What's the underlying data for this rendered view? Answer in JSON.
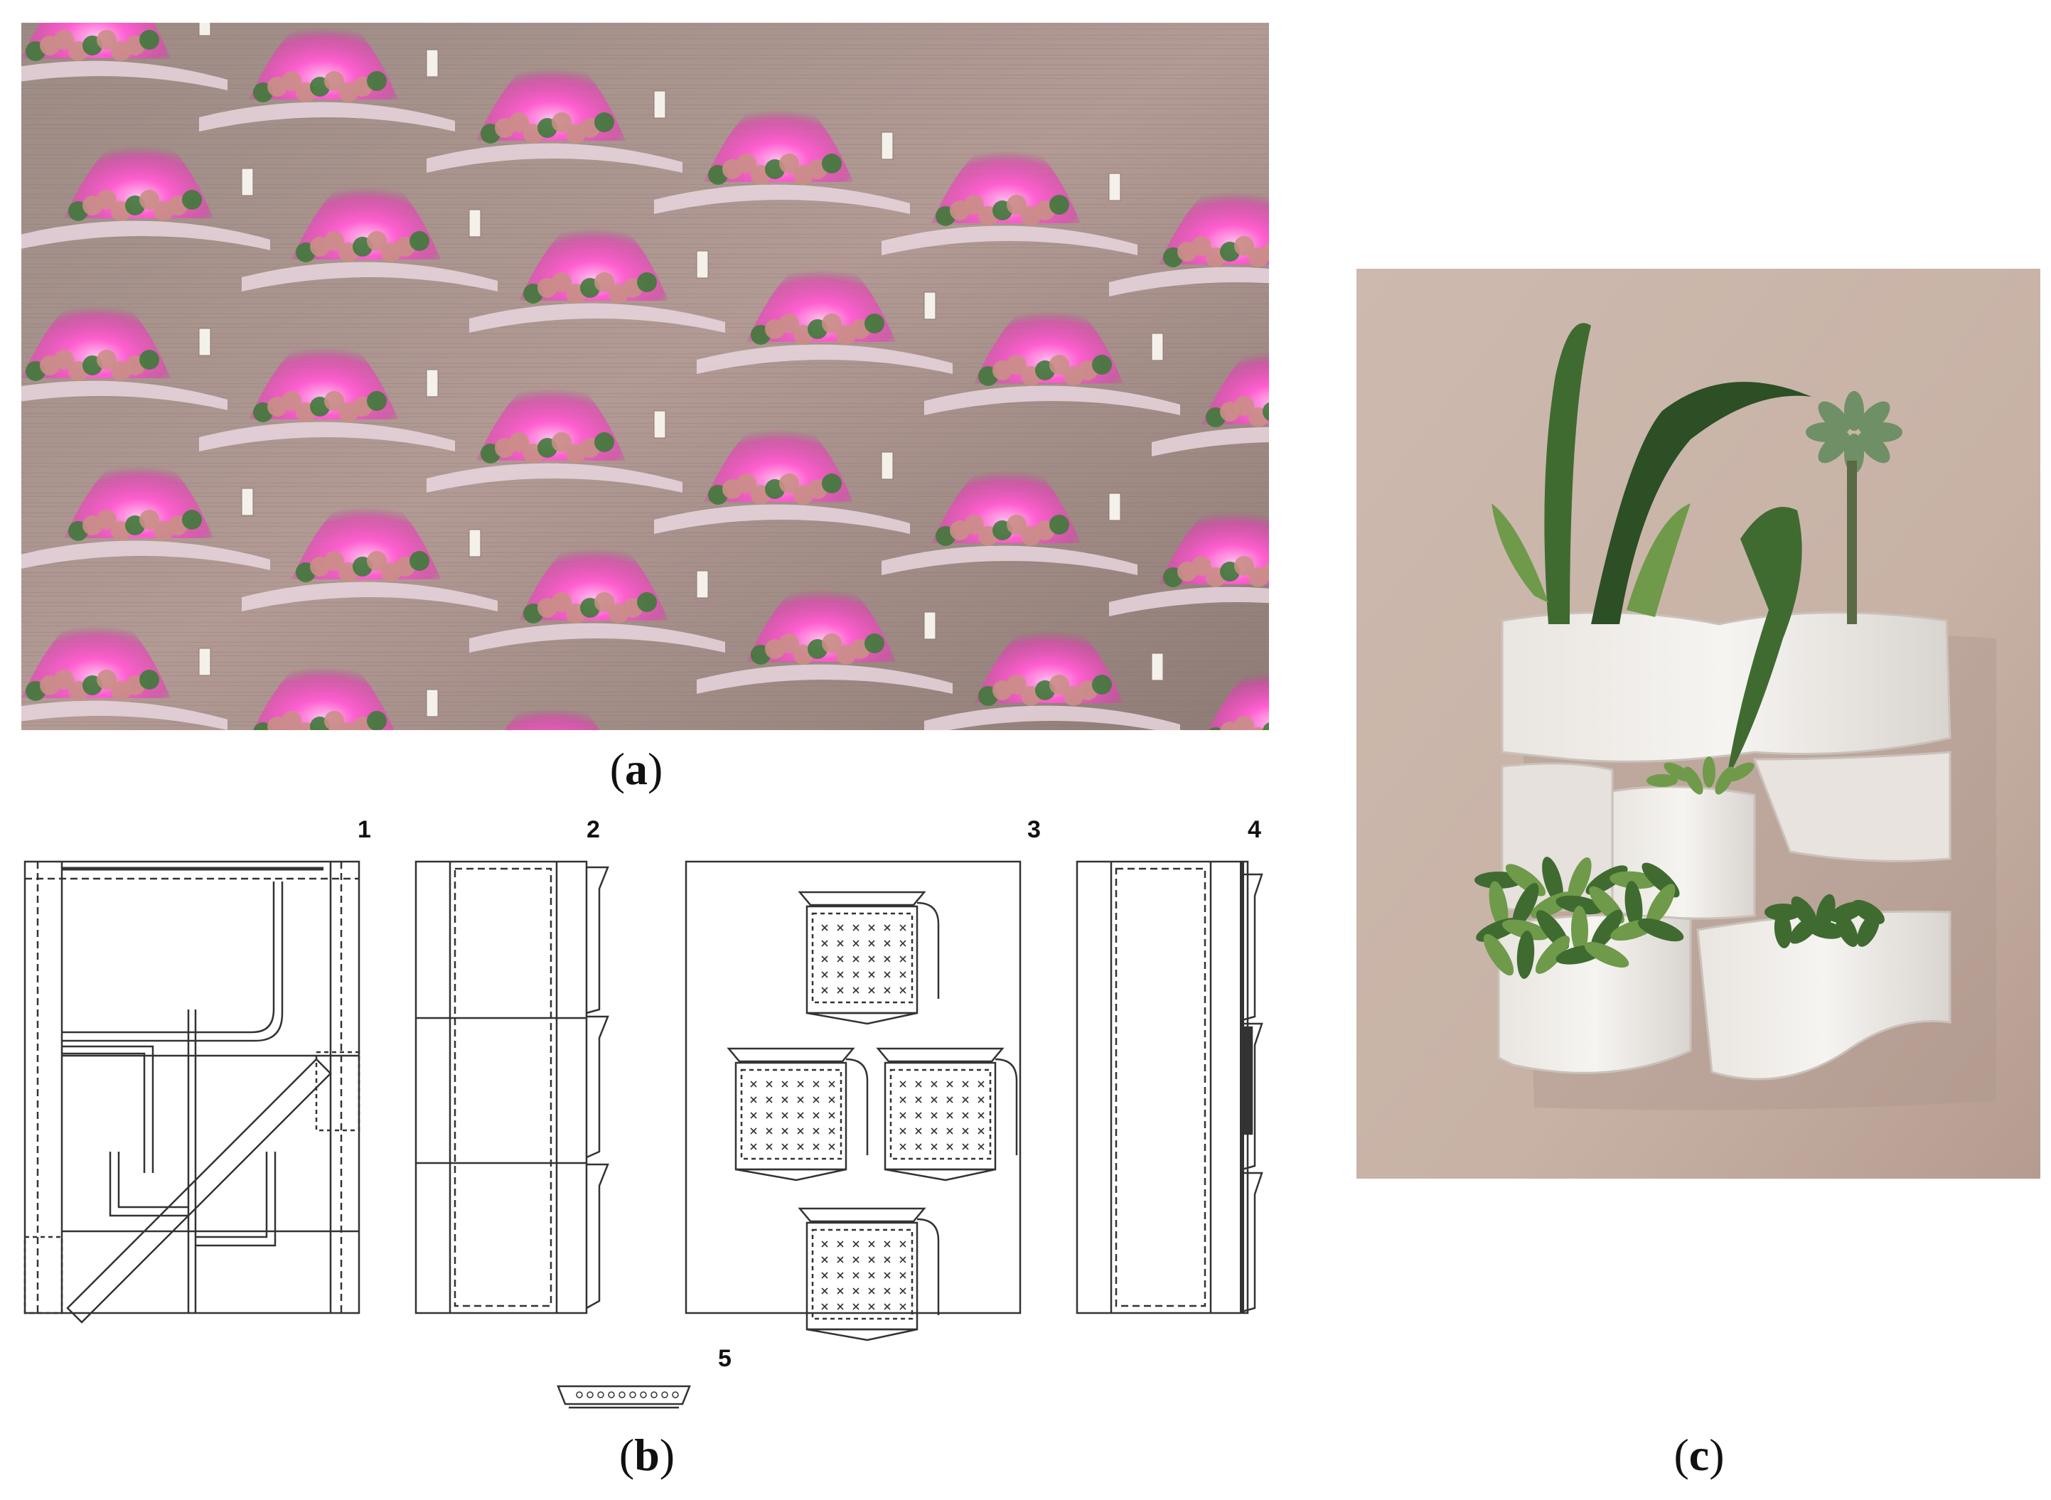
{
  "figure": {
    "captions": {
      "a": "a",
      "b": "b",
      "c": "c"
    },
    "drawing_numbers": [
      "1",
      "2",
      "3",
      "4",
      "5"
    ],
    "colors": {
      "grow_light_pink": "#ff4fc8",
      "panel_wood": "#9a8a80",
      "white_planter": "#f1eeea",
      "wall_beige": "#cbb8ad",
      "foliage_green": "#3d6b2c",
      "line_drawing": "#333333"
    }
  }
}
